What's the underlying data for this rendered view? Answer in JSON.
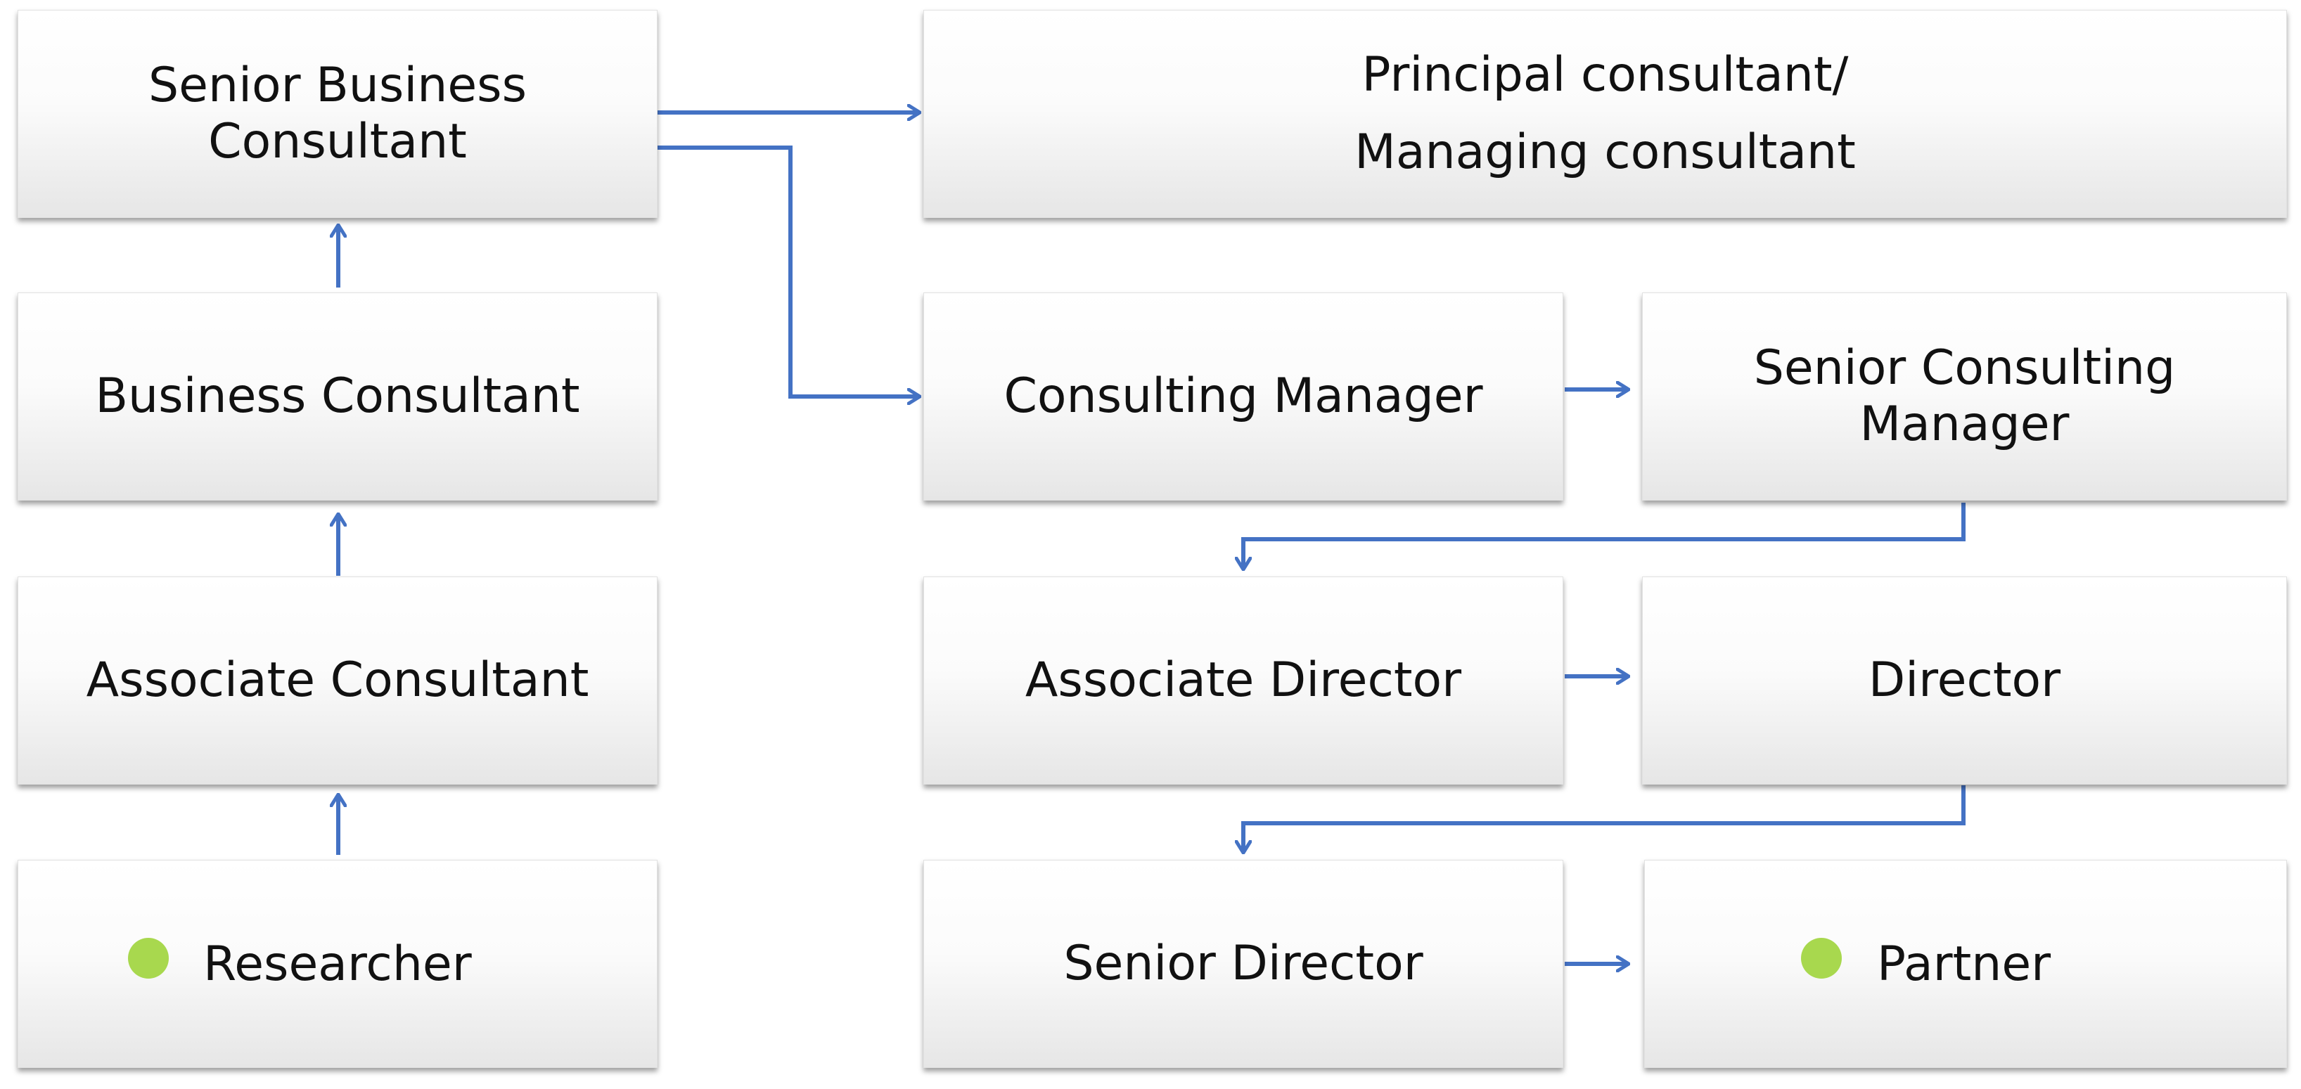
{
  "nodes": {
    "senior_business_consultant": "Senior Business\nConsultant",
    "business_consultant": "Business Consultant",
    "associate_consultant": "Associate Consultant",
    "researcher": "Researcher",
    "principal_consultant": "Principal consultant/\nManaging consultant",
    "consulting_manager": "Consulting Manager",
    "senior_consulting_manager": "Senior Consulting\nManager",
    "associate_director": "Associate Director",
    "director": "Director",
    "senior_director": "Senior Director",
    "partner": "Partner"
  },
  "colors": {
    "connector": "#4472c4",
    "marker": "#a8d84e"
  },
  "markers": [
    "researcher",
    "partner"
  ]
}
